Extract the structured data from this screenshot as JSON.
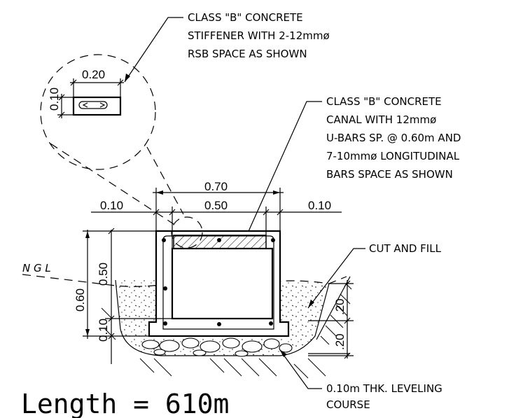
{
  "notes": {
    "stiffener": [
      "CLASS \"B\" CONCRETE",
      "STIFFENER WITH 2-12mmø",
      "RSB SPACE AS SHOWN"
    ],
    "canal": [
      "CLASS \"B\" CONCRETE",
      "CANAL WITH 12mmø",
      "U-BARS SP. @ 0.60m AND",
      "7-10mmø LONGITUDINAL",
      "BARS SPACE AS SHOWN"
    ],
    "cut_fill": "CUT AND FILL",
    "leveling": [
      "0.10m THK. LEVELING",
      "COURSE"
    ],
    "ngl": "N G L"
  },
  "detail_dims": {
    "width": "0.20",
    "height": "0.10"
  },
  "section_dims": {
    "overall_width": "0.70",
    "inner_width": "0.50",
    "left_flange": "0.10",
    "right_flange": "0.10",
    "total_height": "0.60",
    "inner_height": "0.50",
    "base_thickness": "0.10",
    "excavation_upper": ".20",
    "excavation_lower": ".20"
  },
  "length_label": "Length = 610m"
}
